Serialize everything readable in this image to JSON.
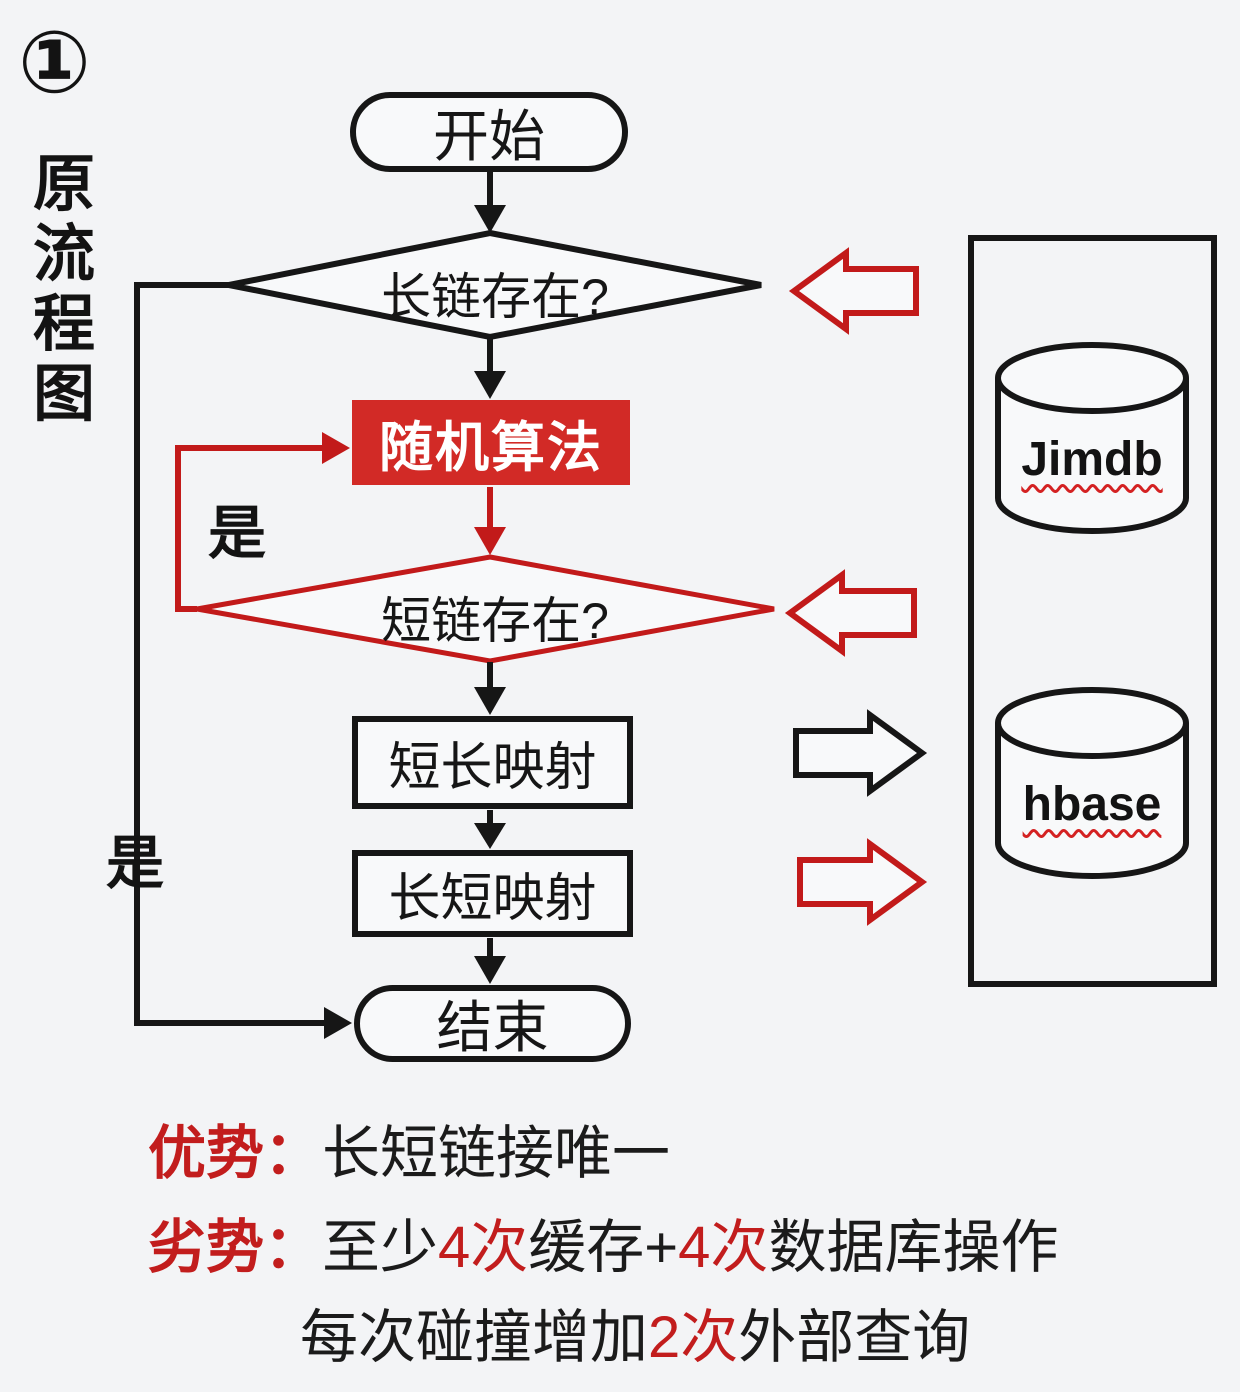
{
  "page": {
    "index_badge": "①",
    "title": "原流程图"
  },
  "flowchart": {
    "start": "开始",
    "decision_long_link": "长链存在?",
    "random_algorithm": "随机算法",
    "decision_short_link": "短链存在?",
    "short_long_mapping": "短长映射",
    "long_short_mapping": "长短映射",
    "end": "结束",
    "yes_short_link": "是",
    "yes_long_link": "是"
  },
  "databases": {
    "panel": {
      "jimdb": "Jimdb",
      "hbase": "hbase"
    }
  },
  "notes": {
    "advantage": {
      "label": "优势：",
      "text": "长短链接唯一"
    },
    "disadvantage": {
      "label": "劣势：",
      "segments": [
        {
          "text": "至少"
        },
        {
          "text": "4次"
        },
        {
          "text": "缓存+"
        },
        {
          "text": "4次"
        },
        {
          "text": "数据库操作"
        }
      ]
    },
    "disadvantage_line2": {
      "segments": [
        {
          "text": "每次碰撞增加"
        },
        {
          "text": "2次"
        },
        {
          "text": "外部查询"
        }
      ]
    }
  },
  "colors": {
    "accent_red": "#c21d1d",
    "process_box_red": "#d22a26",
    "ink": "#161616",
    "background": "#f3f4f6"
  }
}
